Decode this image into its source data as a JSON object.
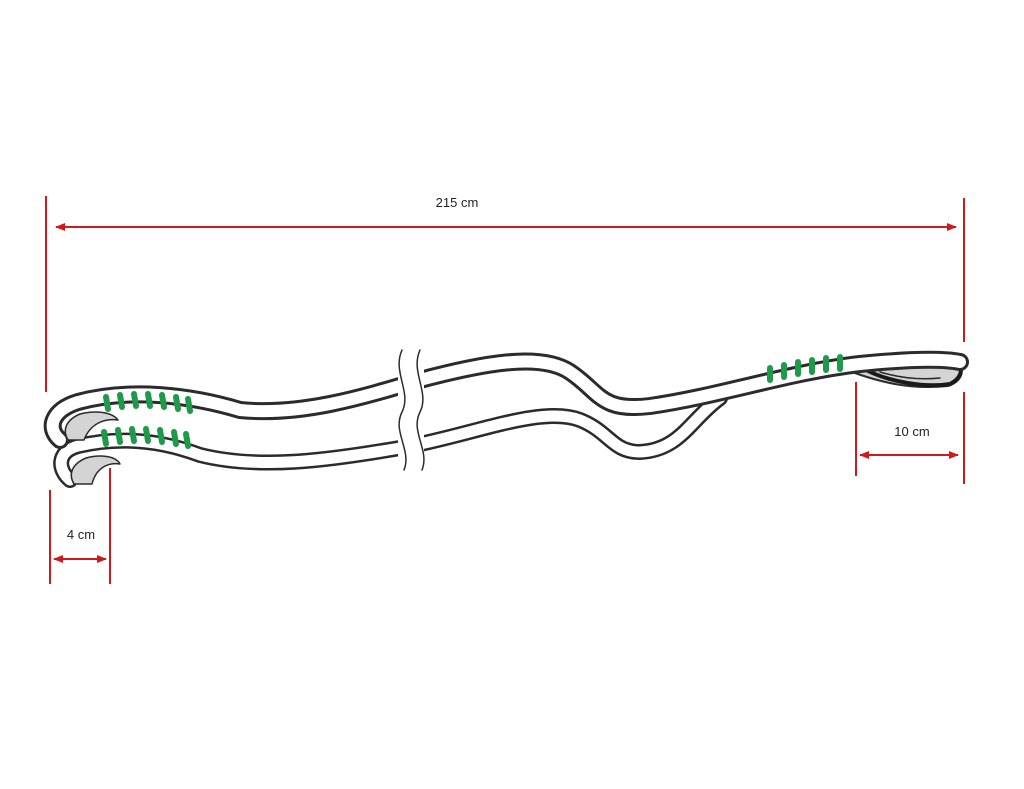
{
  "colors": {
    "dimension": "#d0191b",
    "outline": "#2b2b2b",
    "shade": "#d4d4d4",
    "webbing": "#ffffff",
    "stitching": "#1f9a4a"
  },
  "dimensions": {
    "total_length": "215 cm",
    "end_loop_length": "10 cm",
    "small_loop_length": "4 cm"
  },
  "icons": {
    "break_mark": "break-line-icon"
  }
}
